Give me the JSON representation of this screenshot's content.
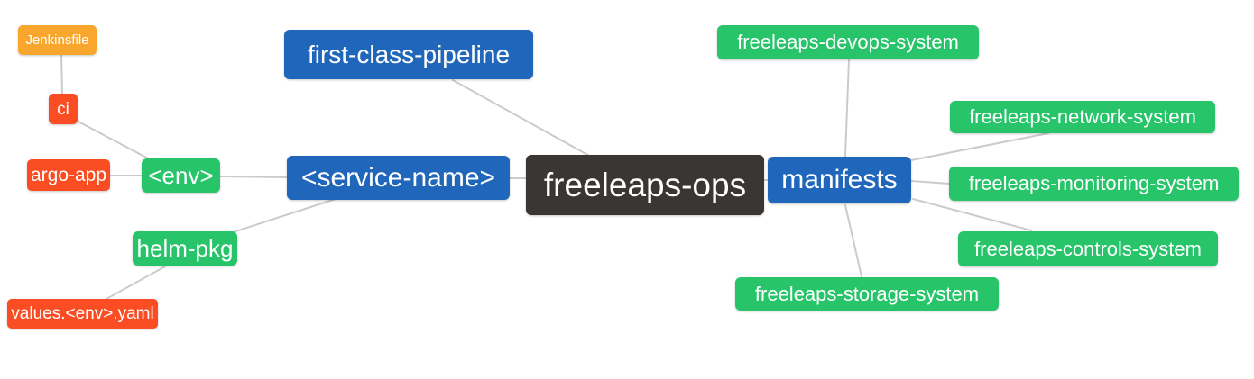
{
  "colors": {
    "root_dark": "#3A3633",
    "branch_blue": "#2066BB",
    "leaf_green": "#27C46A",
    "leaf_red": "#FB4D23",
    "leaf_orange": "#F9A62C",
    "edge": "#CBCBCB",
    "text": "#FFFFFF"
  },
  "nodes": {
    "root": {
      "label": "freeleaps-ops"
    },
    "first_class_pipeline": {
      "label": "first-class-pipeline"
    },
    "service_name": {
      "label": "<service-name>"
    },
    "env": {
      "label": "<env>"
    },
    "ci": {
      "label": "ci"
    },
    "jenkinsfile": {
      "label": "Jenkinsfile"
    },
    "argo_app": {
      "label": "argo-app"
    },
    "helm_pkg": {
      "label": "helm-pkg"
    },
    "values_env_yaml": {
      "label": "values.<env>.yaml"
    },
    "manifests": {
      "label": "manifests"
    },
    "devops_system": {
      "label": "freeleaps-devops-system"
    },
    "network_system": {
      "label": "freeleaps-network-system"
    },
    "monitoring_system": {
      "label": "freeleaps-monitoring-system"
    },
    "controls_system": {
      "label": "freeleaps-controls-system"
    },
    "storage_system": {
      "label": "freeleaps-storage-system"
    }
  },
  "edges": [
    {
      "parent": "freeleaps-ops",
      "child": "first-class-pipeline"
    },
    {
      "parent": "freeleaps-ops",
      "child": "<service-name>"
    },
    {
      "parent": "freeleaps-ops",
      "child": "manifests"
    },
    {
      "parent": "<service-name>",
      "child": "<env>"
    },
    {
      "parent": "<service-name>",
      "child": "helm-pkg"
    },
    {
      "parent": "<env>",
      "child": "ci"
    },
    {
      "parent": "<env>",
      "child": "argo-app"
    },
    {
      "parent": "ci",
      "child": "Jenkinsfile"
    },
    {
      "parent": "helm-pkg",
      "child": "values.<env>.yaml"
    },
    {
      "parent": "manifests",
      "child": "freeleaps-devops-system"
    },
    {
      "parent": "manifests",
      "child": "freeleaps-network-system"
    },
    {
      "parent": "manifests",
      "child": "freeleaps-monitoring-system"
    },
    {
      "parent": "manifests",
      "child": "freeleaps-controls-system"
    },
    {
      "parent": "manifests",
      "child": "freeleaps-storage-system"
    }
  ]
}
